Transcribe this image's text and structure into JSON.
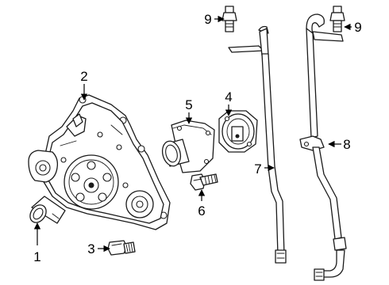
{
  "callouts": {
    "c1": "1",
    "c2": "2",
    "c3": "3",
    "c4": "4",
    "c5": "5",
    "c6": "6",
    "c7": "7",
    "c8": "8",
    "c9a": "9",
    "c9b": "9"
  },
  "colors": {
    "line": "#1a1a1a",
    "background": "#ffffff"
  }
}
